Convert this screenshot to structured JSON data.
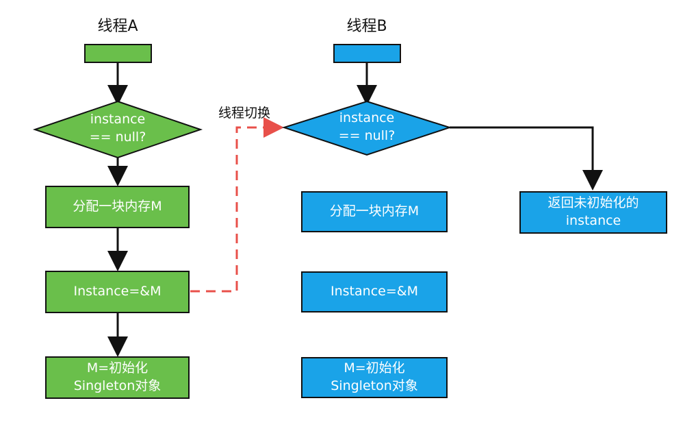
{
  "thread_a": {
    "title": "线程A",
    "decision": {
      "line1": "instance",
      "line2": "== null?"
    },
    "alloc": "分配一块内存M",
    "assign": "Instance=&M",
    "init": {
      "line1": "M=初始化",
      "line2": "Singleton对象"
    },
    "color": "#6abf4b"
  },
  "thread_b": {
    "title": "线程B",
    "decision": {
      "line1": "instance",
      "line2": "== null?"
    },
    "alloc": "分配一块内存M",
    "assign": "Instance=&M",
    "init": {
      "line1": "M=初始化",
      "line2": "Singleton对象"
    },
    "return_box": {
      "line1": "返回未初始化的",
      "line2": "instance"
    },
    "color": "#1aa3e8"
  },
  "switch_label": "线程切换",
  "switch_color": "#e8504a"
}
